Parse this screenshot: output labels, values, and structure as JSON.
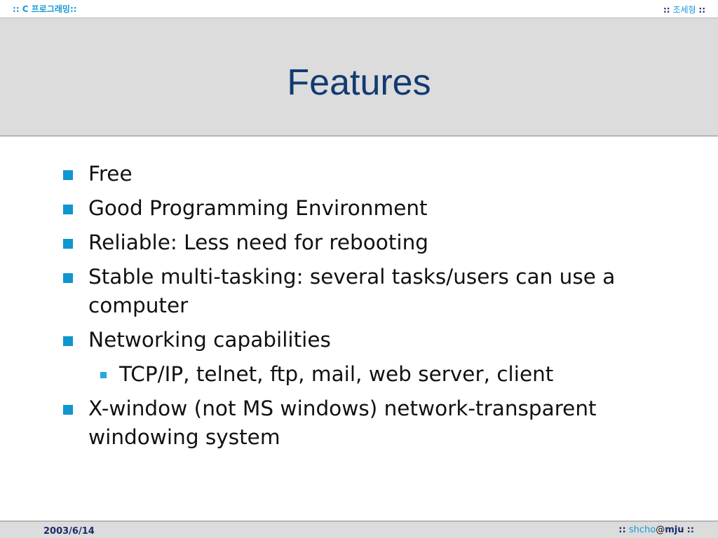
{
  "header": {
    "left": ":: C 프로그래밍::",
    "right_prefix": "::",
    "right_name": "조세형",
    "right_suffix": "::"
  },
  "slide": {
    "title": "Features",
    "items": [
      {
        "text": "Free"
      },
      {
        "text": "Good Programming Environment"
      },
      {
        "text": "Reliable: Less need for rebooting"
      },
      {
        "text": "Stable multi-tasking: several tasks/users can use a computer"
      },
      {
        "text": "Networking capabilities"
      },
      {
        "text": "TCP/IP, telnet, ftp, mail, web server, client"
      },
      {
        "text": "X-window (not MS windows) network-transparent windowing system"
      }
    ]
  },
  "footer": {
    "date": "2003/6/14",
    "prefix": "::",
    "user": "shcho",
    "at": "@",
    "host": "mju",
    "suffix": "::"
  },
  "colors": {
    "title": "#123a73",
    "bullet": "#0f96cf",
    "band": "#dcdcdc",
    "accent": "#1a9ad6"
  }
}
